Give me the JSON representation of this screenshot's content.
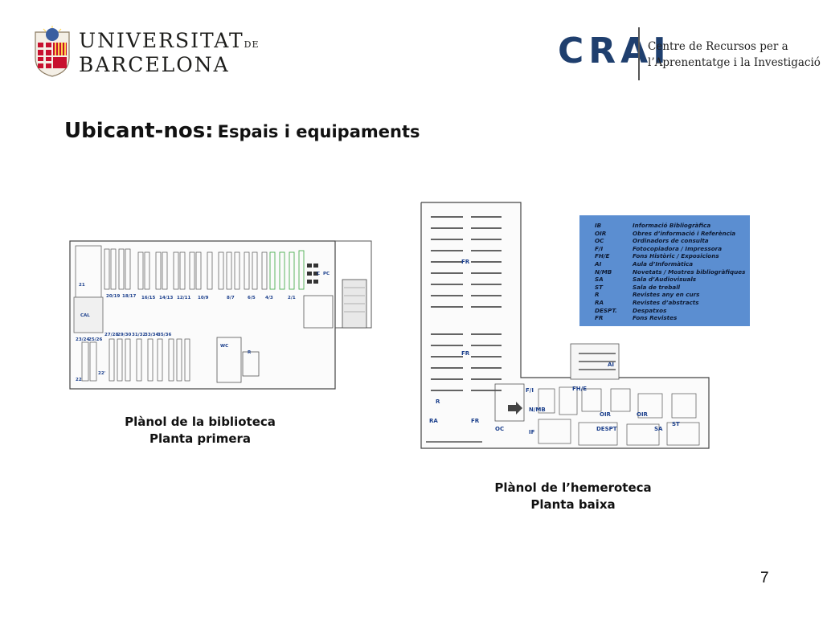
{
  "header": {
    "ub_logo": {
      "line1": "UNIVERSITAT",
      "line1_suffix": "DE",
      "line2": "BARCELONA"
    },
    "crai_logo": {
      "word": "CRAI",
      "line1": "Centre de Recursos per a",
      "line2": "l’Aprenentatge i la Investigació"
    }
  },
  "title": {
    "main": "Ubicant-nos:",
    "sub": "Espais i equipaments"
  },
  "plan_primera": {
    "caption_line1": "Plànol de la biblioteca",
    "caption_line2": "Planta primera",
    "labels": {
      "l21": "21",
      "cal": "CAL",
      "l2019": "20/19",
      "l1817": "18/17",
      "l1615": "16/15",
      "l1413": "14/13",
      "l1211": "12/11",
      "l109": "10/9",
      "l87": "8/7",
      "l65": "6/5",
      "l43": "4/3",
      "l21b": "2/1",
      "c": "C",
      "pc": "PC",
      "l2728": "27/28",
      "l2930": "29/30",
      "l3132": "31/32",
      "l3334": "33/34",
      "l3536": "35/36",
      "l2324": "23/24",
      "l2526": "25/26",
      "l22": "22",
      "l22b": "22'",
      "wc": "WC",
      "r": "R"
    }
  },
  "plan_baixa": {
    "caption_line1": "Plànol de l’hemeroteca",
    "caption_line2": "Planta baixa",
    "labels": {
      "fr1": "FR",
      "fr2": "FR",
      "fr3": "FR",
      "r": "R",
      "ra": "RA",
      "ai": "AI",
      "fi": "F/I",
      "fhe": "FH/E",
      "nmb": "N/MB",
      "oc": "OC",
      "if": "IF",
      "oir1": "OIR",
      "oir2": "OIR",
      "despt": "DESPT",
      "sa": "SA",
      "st": "ST"
    },
    "legend": [
      {
        "code": "IB",
        "desc": "Informació Bibliogràfica"
      },
      {
        "code": "OIR",
        "desc": "Obres d’informació i Referència"
      },
      {
        "code": "OC",
        "desc": "Ordinadors de consulta"
      },
      {
        "code": "F/I",
        "desc": "Fotocopiadora / Impressora"
      },
      {
        "code": "FH/E",
        "desc": "Fons Històric / Exposicions"
      },
      {
        "code": "AI",
        "desc": "Aula d’Informàtica"
      },
      {
        "code": "N/MB",
        "desc": "Novetats / Mostres bibliogràfiques"
      },
      {
        "code": "SA",
        "desc": "Sala d’Audiovisuals"
      },
      {
        "code": "ST",
        "desc": "Sala de treball"
      },
      {
        "code": "R",
        "desc": "Revistes any en curs"
      },
      {
        "code": "RA",
        "desc": "Revistes d’abstracts"
      },
      {
        "code": "DESPT.",
        "desc": "Despatxos"
      },
      {
        "code": "FR",
        "desc": "Fons Revistes"
      }
    ]
  },
  "page_number": "7",
  "colors": {
    "crai_blue": "#1f3f6e",
    "legend_bg": "#5b8ed1",
    "label_blue": "#1b3f8c",
    "green_shelf": "#4caf50"
  }
}
